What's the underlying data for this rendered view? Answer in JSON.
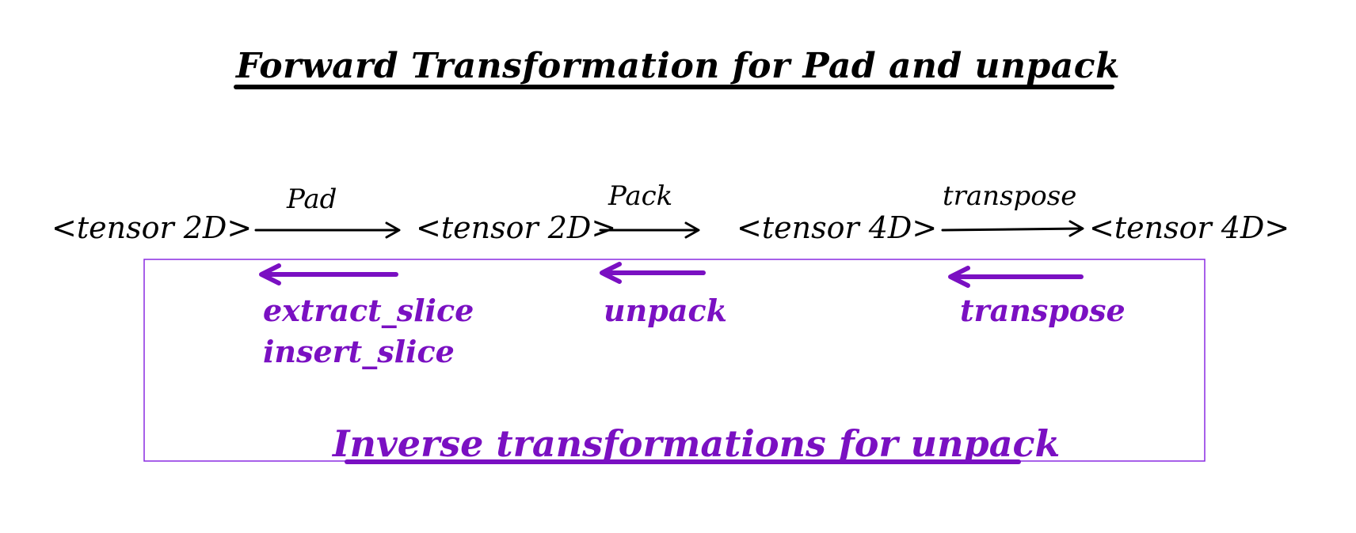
{
  "title": "Forward Transformation for Pad and unpack",
  "nodes": [
    "<tensor 2D>",
    "<tensor 2D>",
    "<tensor 4D>",
    "<tensor 4D>"
  ],
  "forward_ops": [
    "Pad",
    "Pack",
    "transpose"
  ],
  "inverse_ops": [
    {
      "lines": [
        "extract_slice",
        "insert_slice"
      ]
    },
    {
      "lines": [
        "unpack"
      ]
    },
    {
      "lines": [
        "transpose"
      ]
    }
  ],
  "inverse_title": "Inverse transformations for unpack",
  "colors": {
    "ink": "#000000",
    "inverse": "#7a10c2",
    "box": "#8a2be2"
  },
  "icons": [
    "right-arrow-icon",
    "left-arrow-icon"
  ]
}
